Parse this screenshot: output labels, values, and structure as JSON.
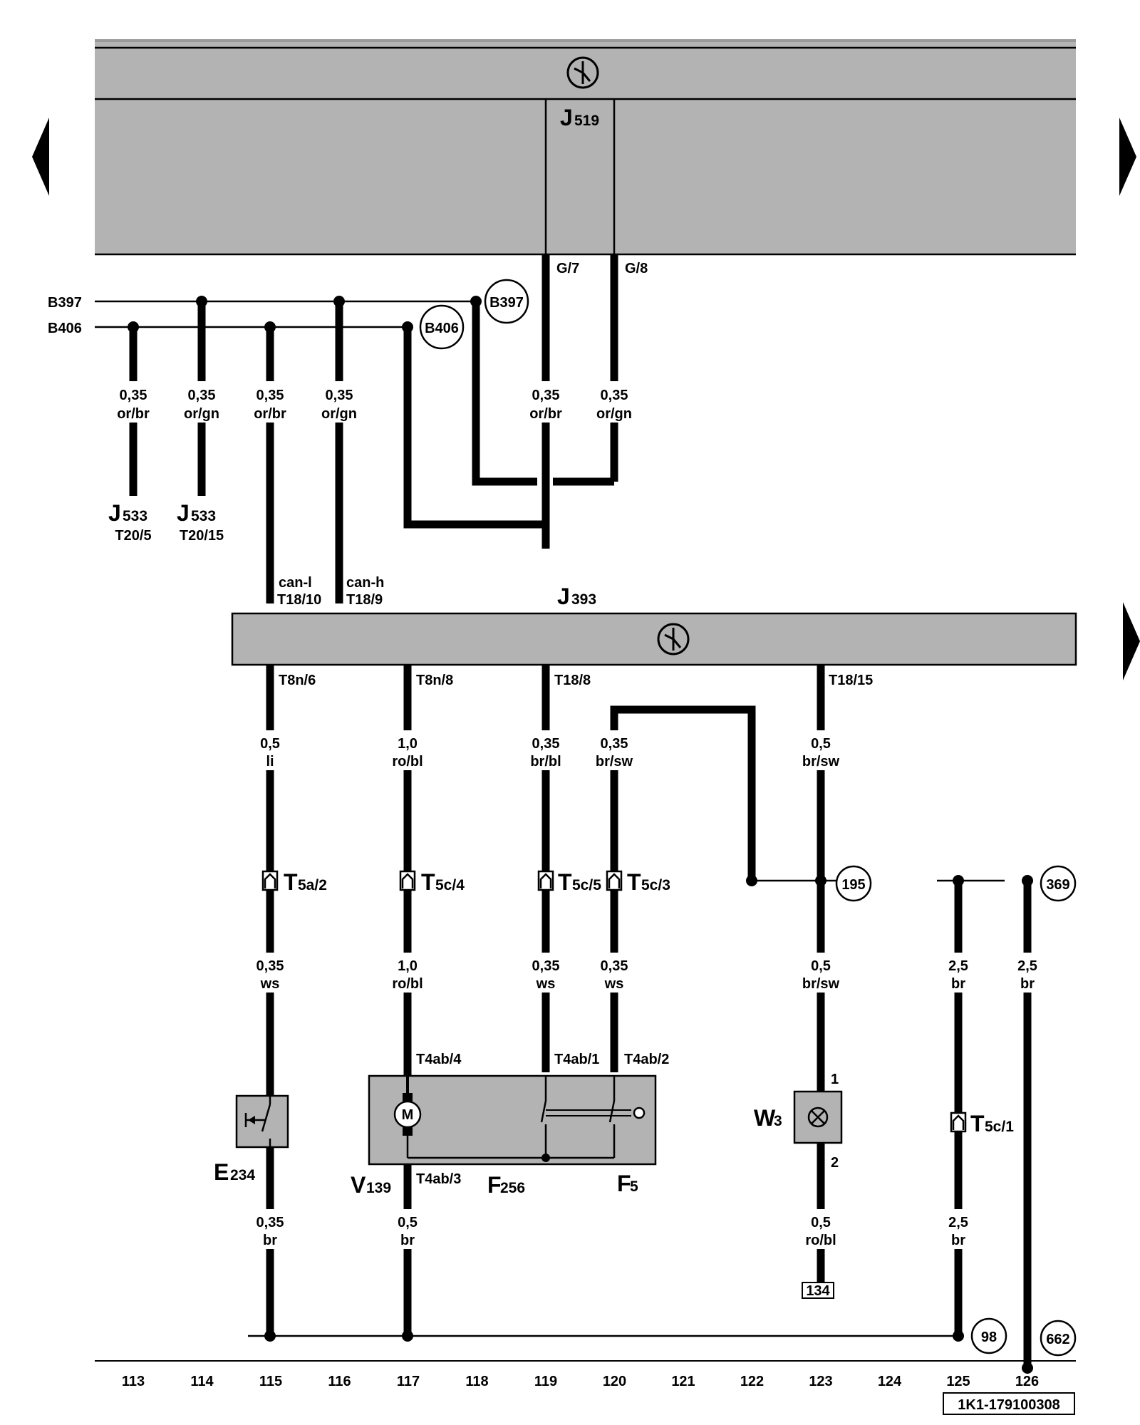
{
  "units": {
    "J519": {
      "letter": "J",
      "sub": "519"
    },
    "J393": {
      "letter": "J",
      "sub": "393"
    },
    "J533a": {
      "letter": "J",
      "sub": "533",
      "pin": "T20/5"
    },
    "J533b": {
      "letter": "J",
      "sub": "533",
      "pin": "T20/15"
    },
    "E234": {
      "letter": "E",
      "sub": "234"
    },
    "V139": {
      "letter": "V",
      "sub": "139"
    },
    "F256": {
      "letter": "F",
      "sub": "256"
    },
    "F5": {
      "letter": "F",
      "sub": "5"
    },
    "W3": {
      "letter": "W",
      "sub": "3"
    }
  },
  "buses": {
    "b397": "B397",
    "b406": "B406"
  },
  "bus_refs": {
    "b397": "B397",
    "b406": "B406"
  },
  "pins": {
    "g7": "G/7",
    "g8": "G/8",
    "canl": "can-l",
    "canl_pin": "T18/10",
    "canh": "can-h",
    "canh_pin": "T18/9",
    "t8n6": "T8n/6",
    "t8n8": "T8n/8",
    "t18_8": "T18/8",
    "t18_15": "T18/15",
    "t4ab4": "T4ab/4",
    "t4ab1": "T4ab/1",
    "t4ab2": "T4ab/2",
    "t4ab3": "T4ab/3",
    "w3_1": "1",
    "w3_2": "2"
  },
  "connectors": {
    "t5a2": {
      "letter": "T",
      "sub": "5a/2"
    },
    "t5c4": {
      "letter": "T",
      "sub": "5c/4"
    },
    "t5c5": {
      "letter": "T",
      "sub": "5c/5"
    },
    "t5c3": {
      "letter": "T",
      "sub": "5c/3"
    },
    "t5c1": {
      "letter": "T",
      "sub": "5c/1"
    }
  },
  "wires": {
    "w1": {
      "size": "0,35",
      "color": "or/br"
    },
    "w2": {
      "size": "0,35",
      "color": "or/gn"
    },
    "w3": {
      "size": "0,35",
      "color": "or/br"
    },
    "w4": {
      "size": "0,35",
      "color": "or/gn"
    },
    "w5": {
      "size": "0,35",
      "color": "or/br"
    },
    "w6": {
      "size": "0,35",
      "color": "or/gn"
    },
    "w7": {
      "size": "0,5",
      "color": "li"
    },
    "w8": {
      "size": "1,0",
      "color": "ro/bl"
    },
    "w9": {
      "size": "0,35",
      "color": "br/bl"
    },
    "w10": {
      "size": "0,35",
      "color": "br/sw"
    },
    "w11": {
      "size": "0,5",
      "color": "br/sw"
    },
    "w12": {
      "size": "0,35",
      "color": "ws"
    },
    "w13": {
      "size": "1,0",
      "color": "ro/bl"
    },
    "w14": {
      "size": "0,35",
      "color": "ws"
    },
    "w15": {
      "size": "0,35",
      "color": "ws"
    },
    "w16": {
      "size": "0,5",
      "color": "br/sw"
    },
    "w17": {
      "size": "2,5",
      "color": "br"
    },
    "w18": {
      "size": "2,5",
      "color": "br"
    },
    "w19": {
      "size": "0,35",
      "color": "br"
    },
    "w20": {
      "size": "0,5",
      "color": "br"
    },
    "w21": {
      "size": "0,5",
      "color": "ro/bl"
    },
    "w22": {
      "size": "2,5",
      "color": "br"
    }
  },
  "refs": {
    "r195": "195",
    "r369": "369",
    "r98": "98",
    "r662": "662",
    "r134": "134"
  },
  "symbols": {
    "motor": "M"
  },
  "grid": [
    "113",
    "114",
    "115",
    "116",
    "117",
    "118",
    "119",
    "120",
    "121",
    "122",
    "123",
    "124",
    "125",
    "126"
  ],
  "doc_code": "1K1-179100308"
}
